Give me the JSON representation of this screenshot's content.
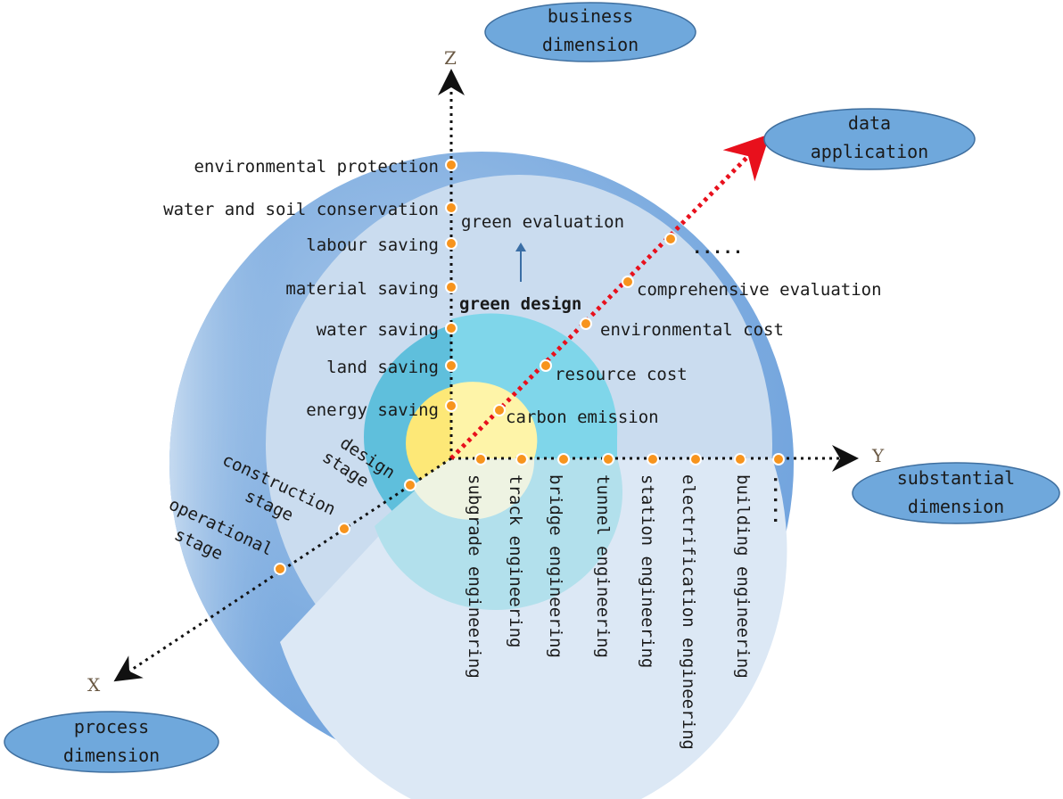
{
  "dimensions": {
    "business": [
      "business",
      "dimension"
    ],
    "data_application": [
      "data",
      "application"
    ],
    "substantial": [
      "substantial",
      "dimension"
    ],
    "process": [
      "process",
      "dimension"
    ]
  },
  "axes": {
    "z": "Z",
    "y": "Y",
    "x": "X"
  },
  "z_labels": [
    "environmental protection",
    "water and soil conservation",
    "labour saving",
    "material saving",
    "water saving",
    "land saving",
    "energy saving"
  ],
  "y_labels": [
    "subgrade engineering",
    "track engineering",
    "bridge engineering",
    "tunnel engineering",
    "station engineering",
    "electrification engineering",
    "building engineering",
    "....."
  ],
  "x_labels": [
    [
      "design",
      "stage"
    ],
    [
      "construction",
      "stage"
    ],
    [
      "operational",
      "stage"
    ]
  ],
  "data_labels": [
    "carbon emission",
    "resource cost",
    "environmental cost",
    "comprehensive evaluation",
    "....."
  ],
  "inner": {
    "green_evaluation": "green evaluation",
    "green_design": "green design"
  },
  "colors": {
    "dot": "#f7941d",
    "red_axis": "#e8101c",
    "ellipse": "#6fa8dc"
  }
}
